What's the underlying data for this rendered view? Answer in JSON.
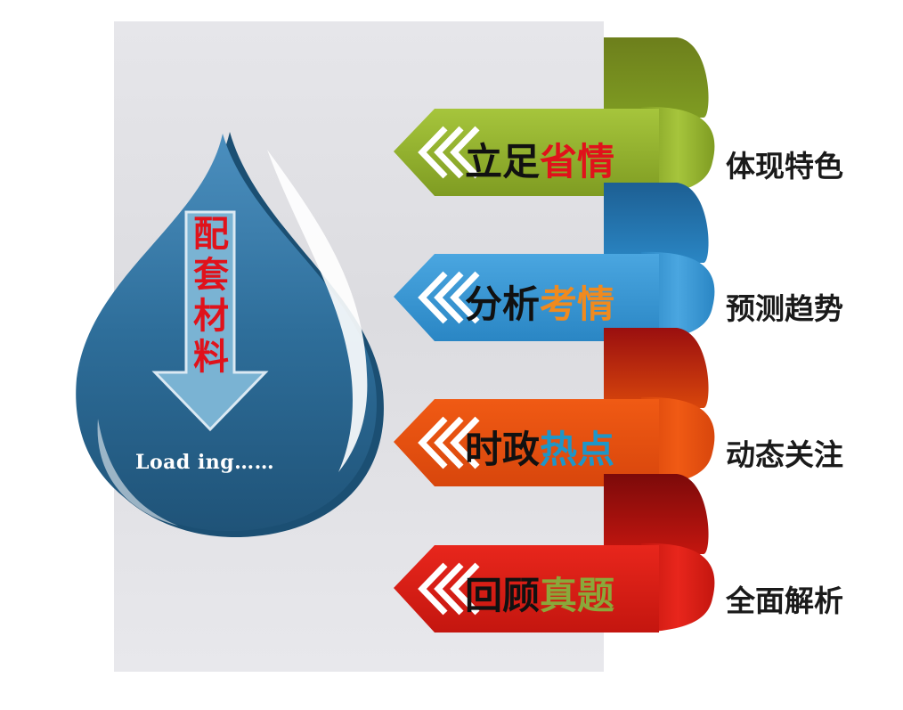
{
  "drop": {
    "title_chars": [
      "配",
      "套",
      "材",
      "料"
    ],
    "loading_text": "Load ing……",
    "colors": {
      "drop": "#2e6e9a",
      "arrow": "#7ab3d3",
      "title": "#e0121b"
    }
  },
  "items": [
    {
      "head": "立足",
      "tail": "省情",
      "tail_color": "#e0121b",
      "side": "体现特色",
      "colors": {
        "front": "#a6c53c",
        "front_dark": "#7f9c22",
        "back": "#6d7f1c"
      }
    },
    {
      "head": "分析",
      "tail": "考情",
      "tail_color": "#f08a1e",
      "side": "预测趋势",
      "colors": {
        "front": "#4aa6e0",
        "front_dark": "#2a86c4",
        "back": "#1d5f93"
      }
    },
    {
      "head": "时政",
      "tail": "热点",
      "tail_color": "#1e96c8",
      "side": "动态关注",
      "colors": {
        "front": "#f05a14",
        "front_dark": "#d8460c",
        "back": "#9a0f0f"
      }
    },
    {
      "head": "回顾",
      "tail": "真题",
      "tail_color": "#8aa83a",
      "side": "全面解析",
      "colors": {
        "front": "#e8261c",
        "front_dark": "#c4160f",
        "back": "#7c0a0a"
      }
    }
  ]
}
